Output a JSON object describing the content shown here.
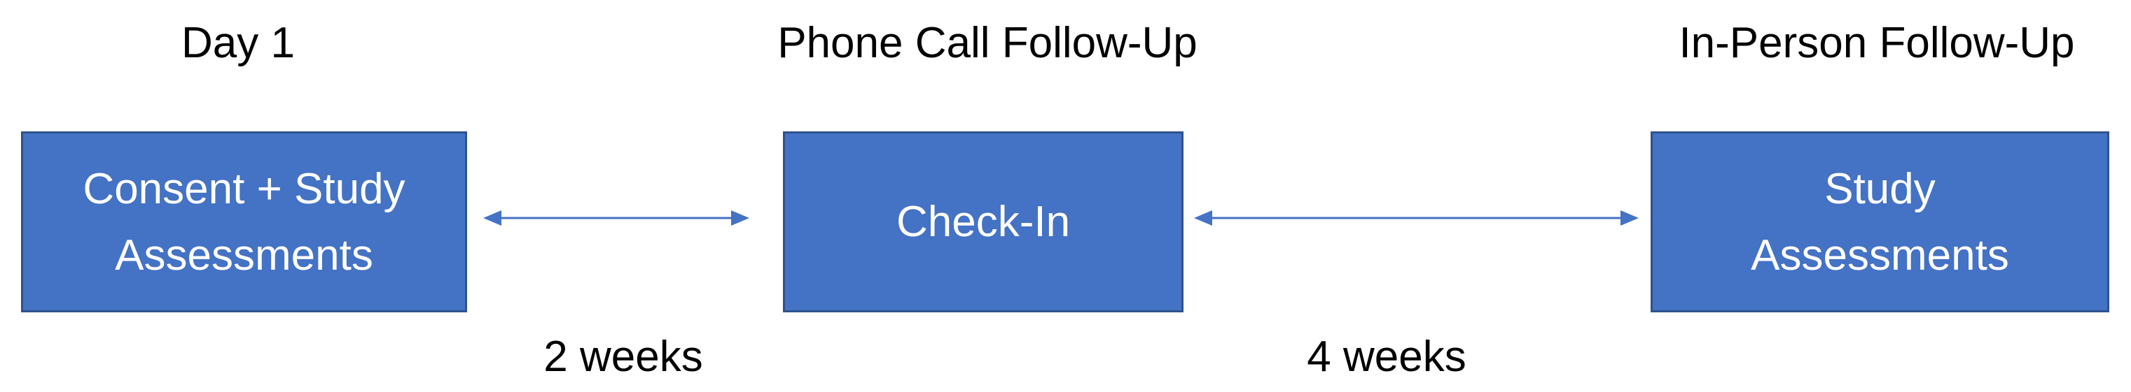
{
  "stages": [
    {
      "header": "Day 1",
      "box_label": "Consent + Study\nAssessments"
    },
    {
      "header": "Phone Call Follow-Up",
      "box_label": "Check-In"
    },
    {
      "header": "In-Person Follow-Up",
      "box_label": "Study\nAssessments"
    }
  ],
  "intervals": [
    {
      "label": "2 weeks"
    },
    {
      "label": "4 weeks"
    }
  ],
  "colors": {
    "box_fill": "#4472c4",
    "box_border": "#2f528f",
    "box_text": "#ffffff",
    "arrow": "#4472c4",
    "text": "#000000"
  }
}
